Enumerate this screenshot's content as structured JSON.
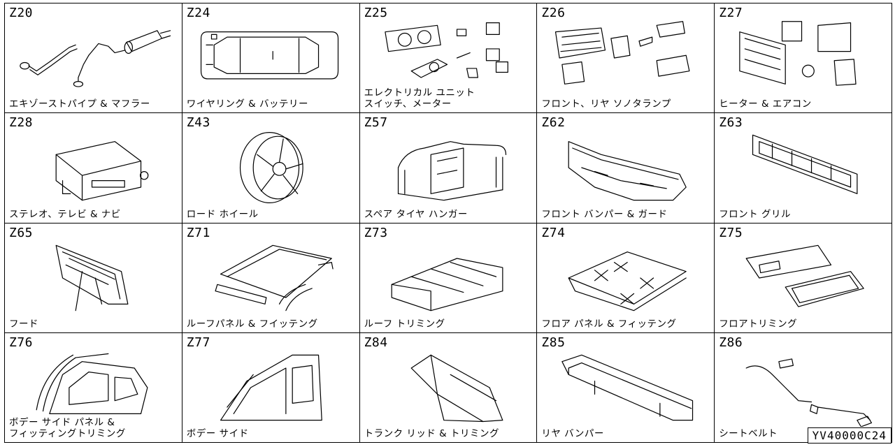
{
  "catalog_code": "YV40000C24",
  "sections": [
    {
      "code": "Z20",
      "label": "エキゾーストパイプ & マフラー",
      "icon": "exhaust-muffler"
    },
    {
      "code": "Z24",
      "label": "ワイヤリング & バッテリー",
      "icon": "wiring-harness"
    },
    {
      "code": "Z25",
      "label": "エレクトリカル ユニット\nスイッチ、メーター",
      "icon": "meters-switches"
    },
    {
      "code": "Z26",
      "label": "フロント、リヤ ソノタランプ",
      "icon": "lamps"
    },
    {
      "code": "Z27",
      "label": "ヒーター & エアコン",
      "icon": "heater-aircon"
    },
    {
      "code": "Z28",
      "label": "ステレオ、テレビ & ナビ",
      "icon": "stereo"
    },
    {
      "code": "Z43",
      "label": "ロード ホイール",
      "icon": "road-wheel"
    },
    {
      "code": "Z57",
      "label": "スペア タイヤ ハンガー",
      "icon": "spare-tire-hanger"
    },
    {
      "code": "Z62",
      "label": "フロント バンパー & ガード",
      "icon": "front-bumper"
    },
    {
      "code": "Z63",
      "label": "フロント グリル",
      "icon": "front-grille"
    },
    {
      "code": "Z65",
      "label": "フード",
      "icon": "hood"
    },
    {
      "code": "Z71",
      "label": "ルーフパネル & フイッテング",
      "icon": "roof-panel"
    },
    {
      "code": "Z73",
      "label": "ルーフ トリミング",
      "icon": "roof-trim"
    },
    {
      "code": "Z74",
      "label": "フロア パネル & フィッテング",
      "icon": "floor-panel"
    },
    {
      "code": "Z75",
      "label": "フロアトリミング",
      "icon": "floor-trim"
    },
    {
      "code": "Z76",
      "label": "ボデー サイド パネル &\nフィッティングトリミング",
      "icon": "body-side-panel"
    },
    {
      "code": "Z77",
      "label": "ボデー サイド",
      "icon": "body-side"
    },
    {
      "code": "Z84",
      "label": "トランク リッド & トリミング",
      "icon": "trunk-lid"
    },
    {
      "code": "Z85",
      "label": "リヤ バンパー",
      "icon": "rear-bumper"
    },
    {
      "code": "Z86",
      "label": "シートベルト",
      "icon": "seat-belt"
    }
  ]
}
